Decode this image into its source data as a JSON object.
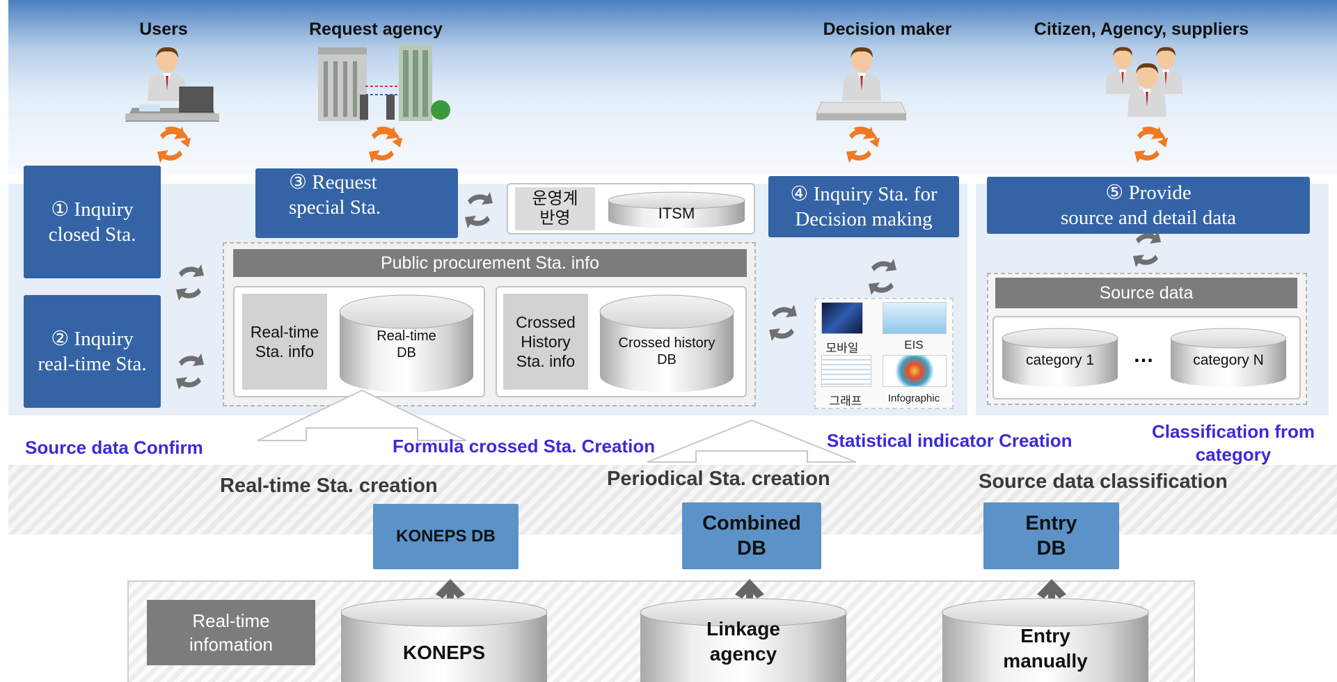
{
  "roles": {
    "users": "Users",
    "request_agency": "Request agency",
    "decision_maker": "Decision maker",
    "citizen": "Citizen, Agency, suppliers"
  },
  "boxes": {
    "inquiry_closed": "① Inquiry\nclosed Sta.",
    "inquiry_realtime": "② Inquiry\nreal-time Sta.",
    "request_special": "③ Request\nspecial Sta.",
    "decision_making": "④ Inquiry Sta. for\nDecision making",
    "provide_source": "⑤ Provide\nsource and detail data"
  },
  "ops": {
    "label": "운영계\n반영",
    "itsm": "ITSM"
  },
  "public_info": {
    "title": "Public procurement Sta. info",
    "realtime_label": "Real-time\nSta. info",
    "realtime_db": "Real-time\nDB",
    "crossed_label": "Crossed\nHistory\nSta. info",
    "crossed_db": "Crossed history\nDB"
  },
  "thumbs": {
    "mobile": "모바일",
    "eis": "EIS",
    "graph": "그래프",
    "infographic": "Infographic"
  },
  "source_data": {
    "title": "Source data",
    "cat1": "category 1",
    "ellipsis": "…",
    "catN": "category N"
  },
  "captions": {
    "source_confirm": "Source data Confirm",
    "formula": "Formula crossed Sta. Creation",
    "indicator": "Statistical indicator Creation",
    "classification": "Classification from\ncategory"
  },
  "creation": {
    "realtime": "Real-time Sta. creation",
    "periodical": "Periodical Sta. creation",
    "source_class": "Source data classification"
  },
  "dbs": {
    "koneps_db": "KONEPS DB",
    "combined_db": "Combined\nDB",
    "entry_db": "Entry\nDB"
  },
  "bottom": {
    "realtime_info": "Real-time\ninfomation",
    "koneps": "KONEPS",
    "linkage": "Linkage\nagency",
    "entry_manual": "Entry\nmanually"
  },
  "colors": {
    "blue_box": "#3464a6",
    "db_box": "#5b93c9",
    "caption": "#3c2ad9",
    "sync": "#f07a23"
  }
}
